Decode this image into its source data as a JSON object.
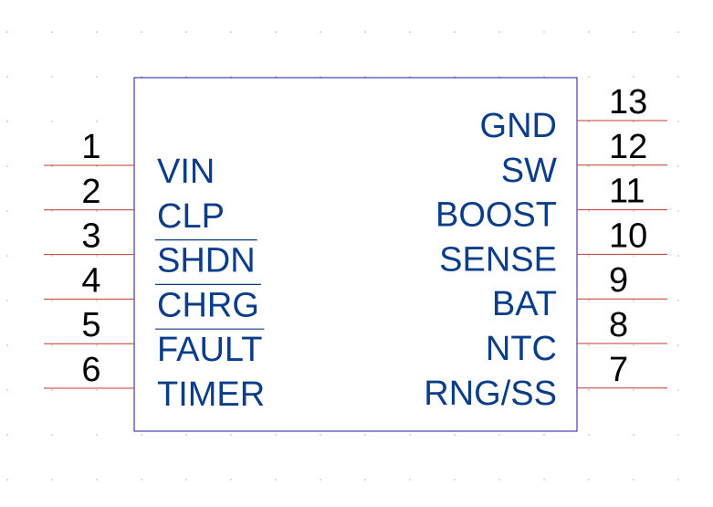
{
  "component": {
    "left_pins": [
      {
        "number": "1",
        "name": "VIN",
        "overbar": false
      },
      {
        "number": "2",
        "name": "CLP",
        "overbar": false
      },
      {
        "number": "3",
        "name": "SHDN",
        "overbar": true
      },
      {
        "number": "4",
        "name": "CHRG",
        "overbar": true
      },
      {
        "number": "5",
        "name": "FAULT",
        "overbar": true
      },
      {
        "number": "6",
        "name": "TIMER",
        "overbar": false
      }
    ],
    "right_pins": [
      {
        "number": "13",
        "name": "GND",
        "overbar": false
      },
      {
        "number": "12",
        "name": "SW",
        "overbar": false
      },
      {
        "number": "11",
        "name": "BOOST",
        "overbar": false
      },
      {
        "number": "10",
        "name": "SENSE",
        "overbar": false
      },
      {
        "number": "9",
        "name": "BAT",
        "overbar": false
      },
      {
        "number": "8",
        "name": "NTC",
        "overbar": false
      },
      {
        "number": "7",
        "name": "RNG/SS",
        "overbar": false
      }
    ]
  },
  "colors": {
    "pin_line": "#c0392b",
    "body_outline": "#1a1aa6",
    "pin_name": "#0b3d8a",
    "pin_number": "#000000"
  }
}
